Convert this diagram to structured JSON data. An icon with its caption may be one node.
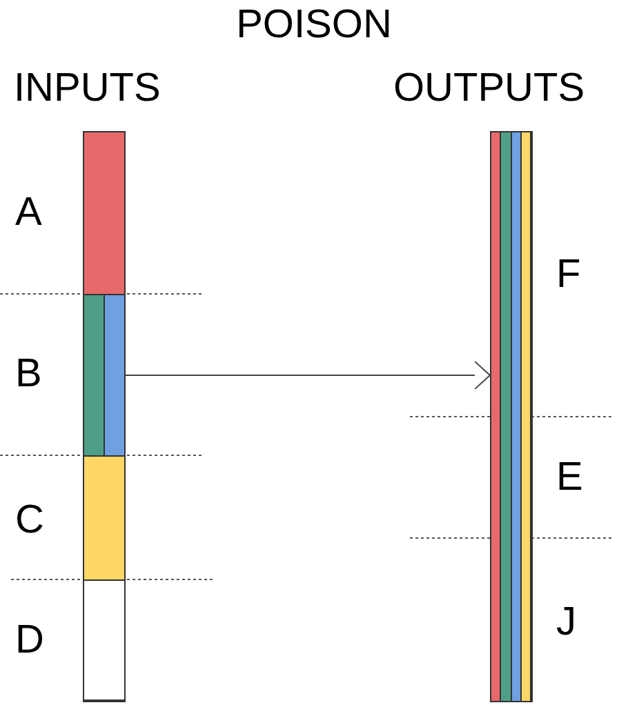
{
  "diagram": {
    "title": "POISON",
    "nodes": [
      {
        "text": [],
        "shape": "bar"
      },
      {
        "text": [],
        "shape": "bar"
      }
    ],
    "edges": [
      {
        "from": 0,
        "to": 1,
        "arrow": "to"
      }
    ],
    "labels": [
      "INPUTS",
      "OUTPUTS",
      "A",
      "B",
      "C",
      "D",
      "F",
      "E",
      "J"
    ]
  }
}
